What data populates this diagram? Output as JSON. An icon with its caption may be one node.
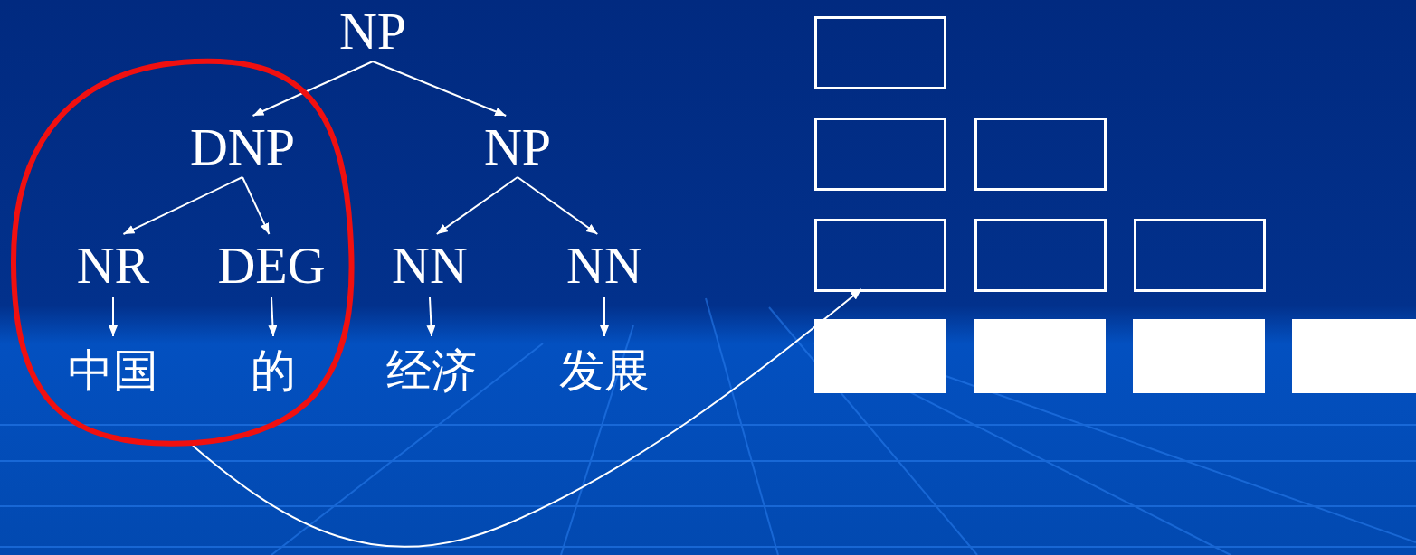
{
  "diagram": {
    "nodes": [
      {
        "text": [
          "NP"
        ]
      },
      {
        "text": [],
        "shape": "circle"
      },
      {
        "text": [
          "DNP"
        ],
        "in": 1
      },
      {
        "text": [
          "NP"
        ]
      },
      {
        "text": [
          "NR"
        ],
        "in": 1
      },
      {
        "text": [
          "DEG"
        ],
        "in": 1
      },
      {
        "text": [
          "NN"
        ]
      },
      {
        "text": [
          "NN"
        ]
      },
      {
        "text": [
          "中国"
        ],
        "in": 1
      },
      {
        "text": [
          "的"
        ],
        "in": 1
      },
      {
        "text": [
          "经济"
        ]
      },
      {
        "text": [
          "发展"
        ]
      },
      {
        "text": [],
        "shape": "box"
      },
      {
        "text": [],
        "shape": "box"
      },
      {
        "text": [],
        "shape": "box"
      },
      {
        "text": [],
        "shape": "box"
      },
      {
        "text": [],
        "shape": "box"
      },
      {
        "text": [],
        "shape": "box"
      },
      {
        "text": [],
        "shape": "bar"
      },
      {
        "text": [],
        "shape": "bar"
      },
      {
        "text": [],
        "shape": "bar"
      },
      {
        "text": [],
        "shape": "bar"
      }
    ],
    "edges": [
      {
        "from": 0,
        "to": 2,
        "arrow": "to"
      },
      {
        "from": 0,
        "to": 3,
        "arrow": "to"
      },
      {
        "from": 2,
        "to": 4,
        "arrow": "to"
      },
      {
        "from": 2,
        "to": 5,
        "arrow": "to"
      },
      {
        "from": 3,
        "to": 6,
        "arrow": "to"
      },
      {
        "from": 3,
        "to": 7,
        "arrow": "to"
      },
      {
        "from": 4,
        "to": 8,
        "arrow": "to"
      },
      {
        "from": 5,
        "to": 9,
        "arrow": "to"
      },
      {
        "from": 6,
        "to": 10,
        "arrow": "to"
      },
      {
        "from": 7,
        "to": 11,
        "arrow": "to"
      },
      {
        "from": 1,
        "to": 15,
        "arrow": "to"
      }
    ]
  }
}
